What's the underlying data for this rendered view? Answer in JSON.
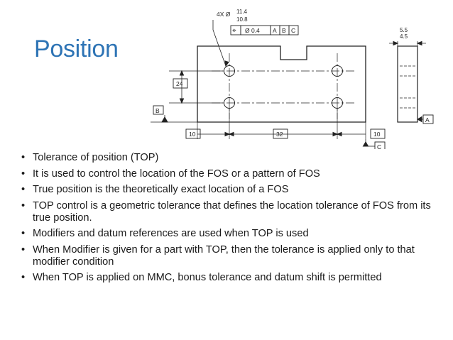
{
  "slide": {
    "title": "Position",
    "drawing": {
      "callout_count": "4X Ø",
      "callout_upper": "11.4",
      "callout_lower": "10.8",
      "fcf_symbol": "⌖",
      "fcf_tolerance": "Ø 0.4",
      "fcf_datums": [
        "A",
        "B",
        "C"
      ],
      "dim_height": "24",
      "dim_left": "10",
      "dim_spacing": "32",
      "dim_right": "10",
      "thickness_upper": "5.5",
      "thickness_lower": "4.5",
      "datum_a": "A",
      "datum_b": "B",
      "datum_c": "C"
    },
    "bullets": [
      "Tolerance of position (TOP)",
      "It is used to control the location of the FOS or a pattern of FOS",
      "True position is the theoretically exact location of a FOS",
      "TOP control is a geometric tolerance that defines the location tolerance of FOS from its true position.",
      "Modifiers and datum references are used when TOP is used",
      "When Modifier is given for a part with TOP, then the tolerance is applied only to that modifier condition",
      "When TOP is applied on MMC, bonus tolerance and datum shift is permitted"
    ]
  }
}
